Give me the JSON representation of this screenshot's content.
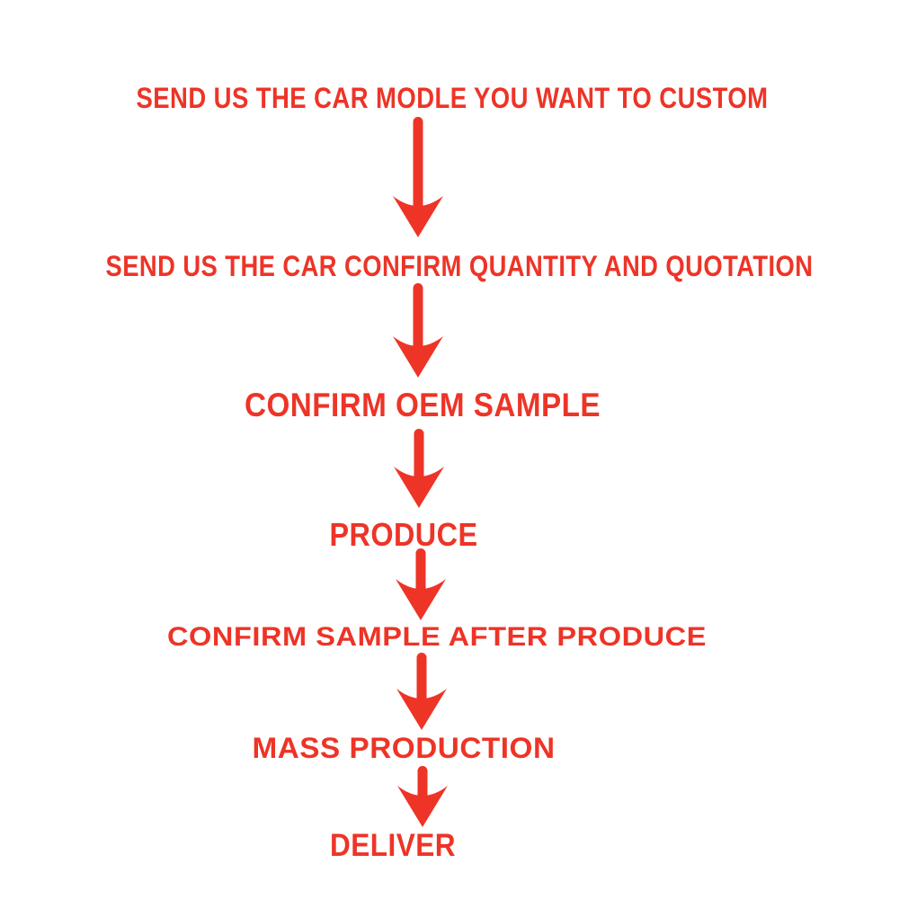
{
  "diagram": {
    "background_color": "#FFFFFF",
    "accent_color": "#ED3427",
    "connector_icon": "down-arrow-icon",
    "connector_count": 6,
    "steps": [
      {
        "label": "SEND US THE CAR MODLE YOU WANT TO CUSTOM"
      },
      {
        "label": "SEND US THE CAR CONFIRM QUANTITY AND QUOTATION"
      },
      {
        "label": "CONFIRM OEM SAMPLE"
      },
      {
        "label": "PRODUCE"
      },
      {
        "label": "CONFIRM SAMPLE AFTER PRODUCE"
      },
      {
        "label": "MASS PRODUCTION"
      },
      {
        "label": "DELIVER"
      }
    ]
  }
}
